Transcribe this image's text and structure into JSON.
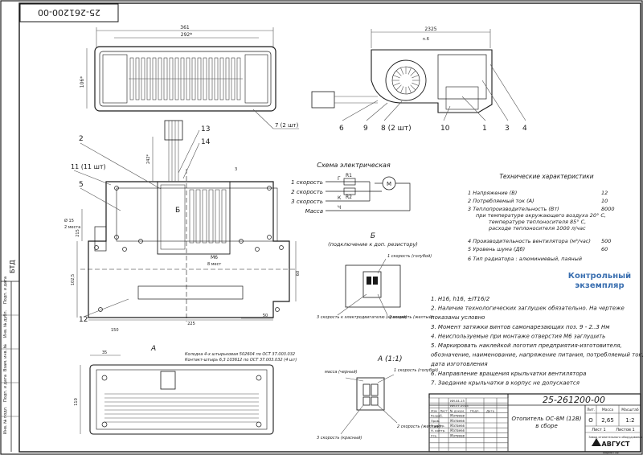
{
  "doc": {
    "code_top": "25-261200-00",
    "side_label": "БТД"
  },
  "top_view": {
    "dim_361": "361",
    "dim_292": "292*",
    "dim_106": "106*",
    "callout_7": "7 (2 шт)"
  },
  "side_view": {
    "dim_2325": "2325",
    "dim_n6": "n.6",
    "callouts": [
      "6",
      "9",
      "8 (2 шт)",
      "10",
      "1",
      "3",
      "4"
    ]
  },
  "front_view": {
    "callout_2": "2",
    "callout_5": "5",
    "callout_11": "11 (11 шт)",
    "callout_13": "13",
    "callout_14": "14",
    "callout_12": "12",
    "label_B": "Б",
    "m6": "М6",
    "m6_note": "8 мест",
    "dim_150": "150",
    "dim_8_15": "Ø 15",
    "dim_2_mesta": "2 места",
    "dim_215": "215",
    "dim_1025": "102,5",
    "dim_225": "225",
    "dim_60": "60",
    "dim_242": "242*",
    "dim_50": "50",
    "dim_3": "3"
  },
  "schema": {
    "title": "Схема электрическая",
    "rows": [
      "1 скорость",
      "2 скорость",
      "3 скорость",
      "Масса"
    ],
    "r1": "R1",
    "r2": "R2",
    "k": "К",
    "g": "Г",
    "ch": "Ч",
    "m": "М"
  },
  "view_b": {
    "title": "Б",
    "subtitle": "(подключение к доп. резистору)",
    "label_1": "1 скорость (голубой)",
    "label_2": "2 скорость (желтый)",
    "label_3": "3 скорость к электродвигателю (красный)"
  },
  "specs": {
    "title": "Технические характеристики",
    "rows": [
      {
        "label": "1 Напряжение (В)",
        "value": "12"
      },
      {
        "label": "2 Потребляемый ток (А)",
        "value": "10"
      },
      {
        "label": "3 Теплопроизводительность (Вт)",
        "value": "8000"
      },
      {
        "label": "при температуре окружающего воздуха 20° С,",
        "value": ""
      },
      {
        "label": "температуре теплоносителя 85° С,",
        "value": ""
      },
      {
        "label": "расходе теплоносителя 1000 л/час",
        "value": ""
      },
      {
        "label": "4 Производительность вентилятора (м³/час)",
        "value": "500"
      },
      {
        "label": "5 Уровень шума (Дб)",
        "value": "60"
      },
      {
        "label": "6 Тип радиатора : алюминиевый, паяный",
        "value": ""
      }
    ]
  },
  "stamp": {
    "line1": "Контрольный",
    "line2": "экземпляр"
  },
  "notes": [
    "1. Н16, h16, ±IT16/2",
    "2. Наличие технологических заглушек обязательно. На чертеже",
    "показаны условно",
    "3. Момент затяжки винтов самонарезающих поз. 9 - 2..3 Нм",
    "4. Неиспользуемые при монтаже отверстия М6 заглушить",
    "5. Маркировать наклейкой логотип предприятия-изготовителя,",
    "обозначение, наименование, напряжение питания, потребляемый ток,",
    "дата изготовления",
    "6. Направление вращения крыльчатки вентилятора",
    "7. Заедание крыльчатки в корпус не допускается"
  ],
  "view_a_small": {
    "label": "А",
    "note1": "Колодка 4-х штырьковая 502604 по ОСТ 37.003.032",
    "note2": "Контакт-штырь 6,3 103612 по ОСТ 37.003.032 (4 шт)",
    "dim_110": "110",
    "dim_35": "35"
  },
  "view_a11": {
    "title": "А (1:1)",
    "massa": "масса (черный)",
    "s1": "1 скорость (голубой)",
    "s3": "3 скорость (красный)",
    "s2": "2 скорость (желтый)"
  },
  "title_block": {
    "code": "25-261200-00",
    "name_line1": "Отопитель ОС-8М (12В)",
    "name_line2": "в сборе",
    "lit_h": "Лит.",
    "mass_h": "Масса",
    "scale_h": "Масштаб",
    "lit": "О",
    "mass": "2,65",
    "scale": "1:2",
    "sheet": "Лист 1",
    "sheets": "Листов 1",
    "company": "АВГУСТ",
    "company_sub": "Завод отопительного оборудования",
    "format": "Формат А2",
    "roles": [
      "Изм",
      "Лист",
      "№ докум.",
      "Подп.",
      "Дата",
      "Разраб.",
      "Пров.",
      "Т. контр.",
      "Н. контр.",
      "Утв."
    ],
    "names": [
      "Матвеев",
      "Матвеев",
      "Матвеев",
      "Матвеев",
      "Матвеев"
    ],
    "changes": [
      "ИИ.44-15",
      "ИИ.57-2014"
    ]
  },
  "left_strip": [
    "Инв. № подл.",
    "Подп. и дата",
    "Взам. инв. №",
    "Инв. № дубл.",
    "Подп. и дата"
  ]
}
